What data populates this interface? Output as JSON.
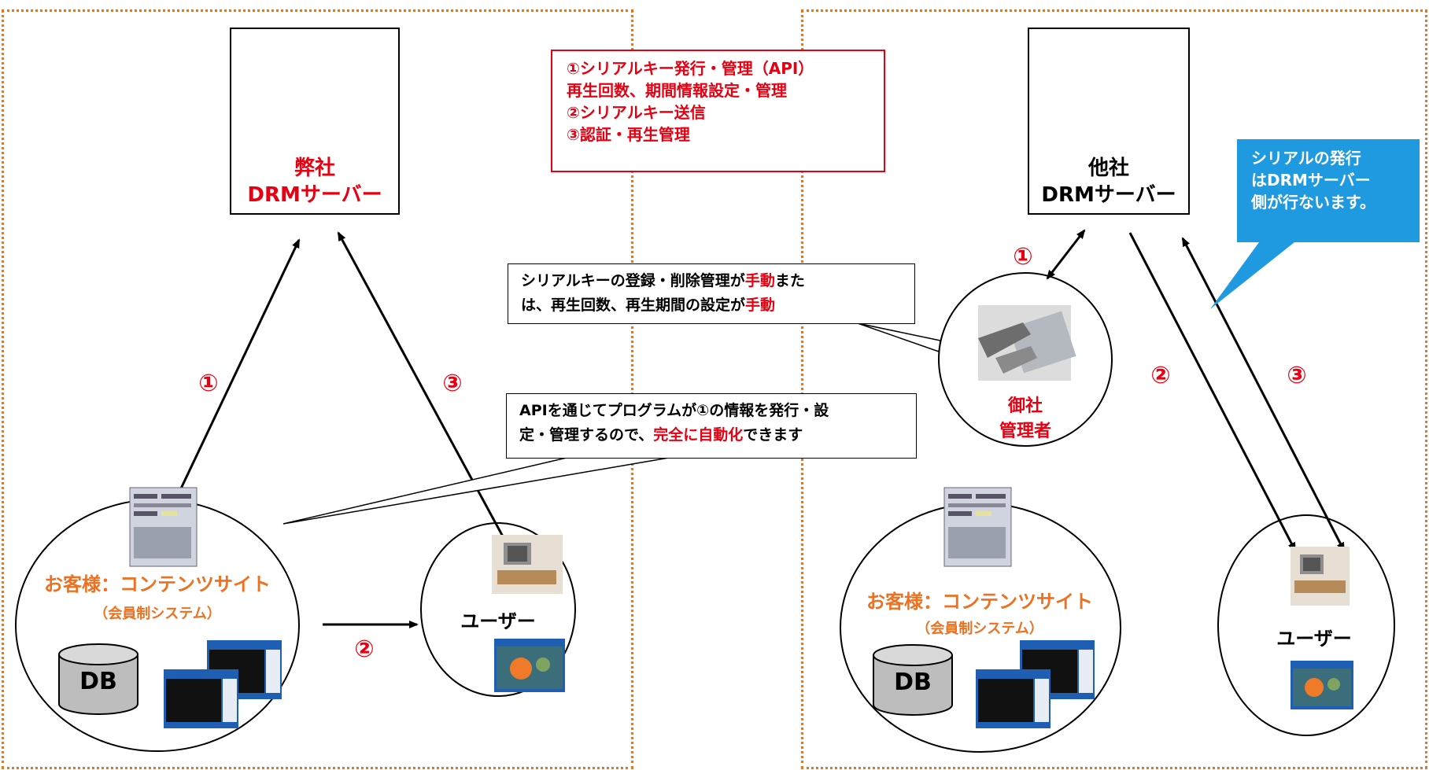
{
  "left": {
    "server_title_line1": "弊社",
    "server_title_line2": "DRMサーバー",
    "site_title": "お客様：コンテンツサイト",
    "site_subtitle": "（会員制システム）",
    "db_label": "DB",
    "user_label": "ユーザー",
    "step1": "①",
    "step2": "②",
    "step3": "③"
  },
  "right": {
    "server_title_line1": "他社",
    "server_title_line2": "DRMサーバー",
    "admin_line1": "御社",
    "admin_line2": "管理者",
    "site_title": "お客様：コンテンツサイト",
    "site_subtitle": "（会員制システム）",
    "db_label": "DB",
    "user_label": "ユーザー",
    "step1": "①",
    "step2": "②",
    "step3": "③"
  },
  "legend": {
    "line1": "①シリアルキー発行・管理（API）",
    "line2": "再生回数、期間情報設定・管理",
    "line3": "②シリアルキー送信",
    "line4": "③認証・再生管理"
  },
  "callout_manual": {
    "l1_a": "シリアルキーの登録・削除管理が",
    "l1_b": "手動",
    "l1_c": "また",
    "l2_a": "は、再生回数、再生期間の設定が",
    "l2_b": "手動"
  },
  "callout_api": {
    "l1": "APIを通じてプログラムが①の情報を発行・設",
    "l2_a": "定・管理するので、",
    "l2_b": "完全に自動化",
    "l2_c": "できます"
  },
  "note_blue": {
    "l1": "シリアルの発行",
    "l2": "はDRMサーバー",
    "l3": "側が行ないます。"
  },
  "colors": {
    "frame": "#e8741b",
    "accent_red": "#e60012",
    "accent_orange": "#ed7120",
    "note_blue": "#1f9ae0"
  }
}
